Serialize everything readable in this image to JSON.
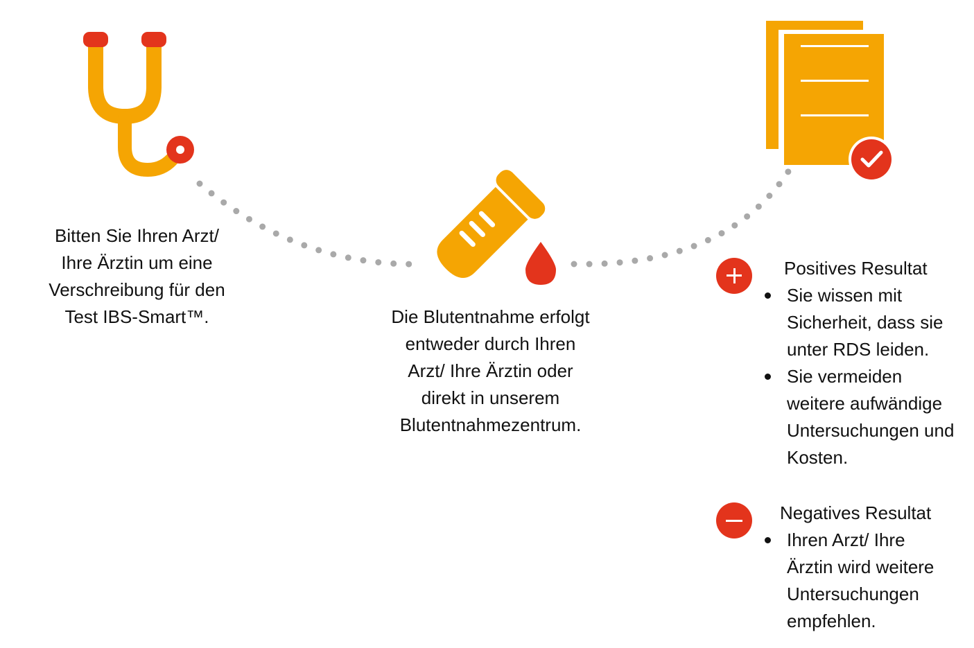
{
  "colors": {
    "orange": "#f5a503",
    "red": "#e3341c",
    "dots": "#a9a9a9"
  },
  "icons": [
    "stethoscope-icon",
    "test-tube-icon",
    "blood-drop-icon",
    "documents-check-icon",
    "plus-icon",
    "minus-icon"
  ],
  "steps": [
    {
      "lines": [
        "Bitten Sie Ihren Arzt/",
        "Ihre Ärztin um eine",
        "Verschreibung für den",
        "Test IBS-Smart™."
      ]
    },
    {
      "lines": [
        "Die Blutentnahme erfolgt",
        "entweder durch Ihren",
        "Arzt/ Ihre Ärztin oder",
        "direkt in unserem",
        "Blutentnahmezentrum."
      ]
    }
  ],
  "results": {
    "positive": {
      "title": "Positives Resultat",
      "bullets": [
        [
          "Sie wissen mit",
          "Sicherheit, dass sie",
          "unter RDS leiden."
        ],
        [
          "Sie vermeiden",
          "weitere aufwändige",
          "Untersuchungen und",
          "Kosten."
        ]
      ]
    },
    "negative": {
      "title": "Negatives Resultat",
      "bullets": [
        [
          "Ihren Arzt/ Ihre",
          "Ärztin wird weitere",
          "Untersuchungen",
          "empfehlen."
        ]
      ]
    }
  }
}
